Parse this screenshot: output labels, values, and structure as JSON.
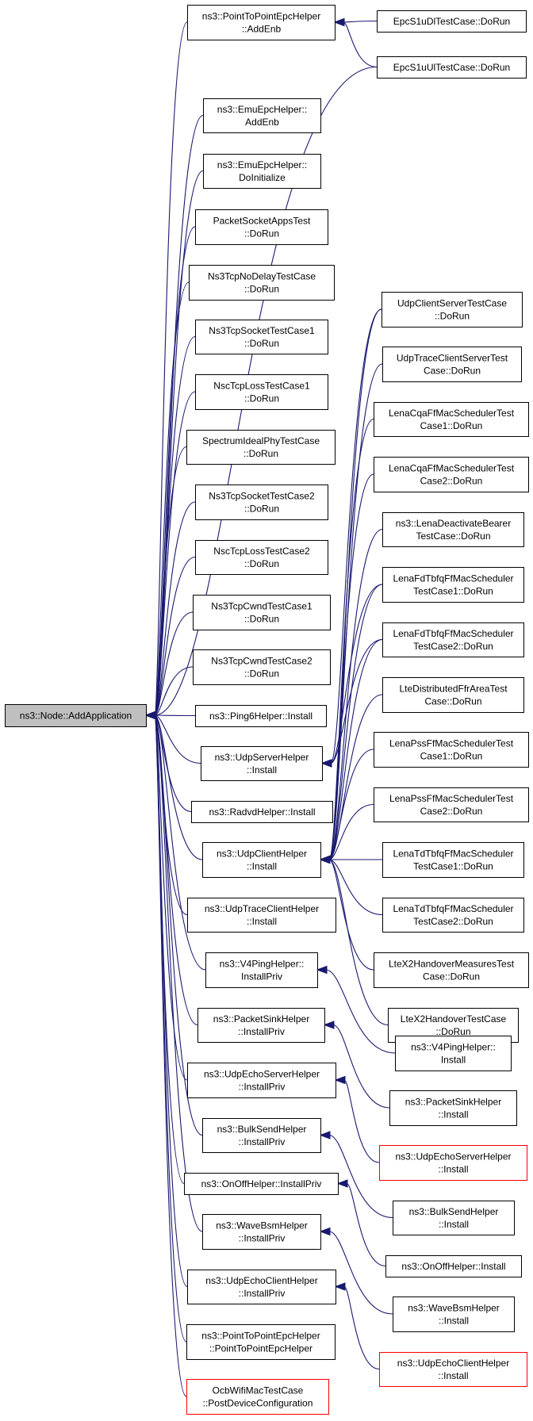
{
  "colors": {
    "edge": "#191970",
    "root_fill": "#bfbfbf",
    "box_stroke": "#000000",
    "red_stroke": "#ff0000"
  },
  "root": {
    "id": "root",
    "lines": [
      "ns3::Node::AddApplication"
    ]
  },
  "nodes": [
    {
      "id": "p2p_addenb",
      "lines": [
        "ns3::PointToPointEpcHelper",
        "::AddEnb"
      ]
    },
    {
      "id": "epcdl",
      "lines": [
        "EpcS1uDlTestCase::DoRun"
      ]
    },
    {
      "id": "epcul",
      "lines": [
        "EpcS1uUlTestCase::DoRun"
      ]
    },
    {
      "id": "emu_addenb",
      "lines": [
        "ns3::EmuEpcHelper::",
        "AddEnb"
      ]
    },
    {
      "id": "emu_doinit",
      "lines": [
        "ns3::EmuEpcHelper::",
        "DoInitialize"
      ]
    },
    {
      "id": "pktsock",
      "lines": [
        "PacketSocketAppsTest",
        "::DoRun"
      ]
    },
    {
      "id": "tcpnodelay",
      "lines": [
        "Ns3TcpNoDelayTestCase",
        "::DoRun"
      ]
    },
    {
      "id": "tcpsock1",
      "lines": [
        "Ns3TcpSocketTestCase1",
        "::DoRun"
      ]
    },
    {
      "id": "nscloss1",
      "lines": [
        "NscTcpLossTestCase1",
        "::DoRun"
      ]
    },
    {
      "id": "specideal",
      "lines": [
        "SpectrumIdealPhyTestCase",
        "::DoRun"
      ]
    },
    {
      "id": "tcpsock2",
      "lines": [
        "Ns3TcpSocketTestCase2",
        "::DoRun"
      ]
    },
    {
      "id": "nscloss2",
      "lines": [
        "NscTcpLossTestCase2",
        "::DoRun"
      ]
    },
    {
      "id": "cwnd1",
      "lines": [
        "Ns3TcpCwndTestCase1",
        "::DoRun"
      ]
    },
    {
      "id": "cwnd2",
      "lines": [
        "Ns3TcpCwndTestCase2",
        "::DoRun"
      ]
    },
    {
      "id": "ping6",
      "lines": [
        "ns3::Ping6Helper::Install"
      ]
    },
    {
      "id": "udpserver",
      "lines": [
        "ns3::UdpServerHelper",
        "::Install"
      ]
    },
    {
      "id": "radvd",
      "lines": [
        "ns3::RadvdHelper::Install"
      ]
    },
    {
      "id": "udpclient",
      "lines": [
        "ns3::UdpClientHelper",
        "::Install"
      ]
    },
    {
      "id": "udptrace",
      "lines": [
        "ns3::UdpTraceClientHelper",
        "::Install"
      ]
    },
    {
      "id": "v4ping_priv",
      "lines": [
        "ns3::V4PingHelper::",
        "InstallPriv"
      ]
    },
    {
      "id": "pktsink_priv",
      "lines": [
        "ns3::PacketSinkHelper",
        "::InstallPriv"
      ]
    },
    {
      "id": "echoserver_priv",
      "lines": [
        "ns3::UdpEchoServerHelper",
        "::InstallPriv"
      ]
    },
    {
      "id": "bulk_priv",
      "lines": [
        "ns3::BulkSendHelper",
        "::InstallPriv"
      ]
    },
    {
      "id": "onoff_priv",
      "lines": [
        "ns3::OnOffHelper::InstallPriv"
      ]
    },
    {
      "id": "wave_priv",
      "lines": [
        "ns3::WaveBsmHelper",
        "::InstallPriv"
      ]
    },
    {
      "id": "echoclient_priv",
      "lines": [
        "ns3::UdpEchoClientHelper",
        "::InstallPriv"
      ]
    },
    {
      "id": "p2p_ctor",
      "lines": [
        "ns3::PointToPointEpcHelper",
        "::PointToPointEpcHelper"
      ]
    },
    {
      "id": "ocb",
      "lines": [
        "OcbWifiMacTestCase",
        "::PostDeviceConfiguration"
      ],
      "red": true
    },
    {
      "id": "udpcs",
      "lines": [
        "UdpClientServerTestCase",
        "::DoRun"
      ]
    },
    {
      "id": "udptcs",
      "lines": [
        "UdpTraceClientServerTest",
        "Case::DoRun"
      ]
    },
    {
      "id": "cqa1",
      "lines": [
        "LenaCqaFfMacSchedulerTest",
        "Case1::DoRun"
      ]
    },
    {
      "id": "cqa2",
      "lines": [
        "LenaCqaFfMacSchedulerTest",
        "Case2::DoRun"
      ]
    },
    {
      "id": "deact",
      "lines": [
        "ns3::LenaDeactivateBearer",
        "TestCase::DoRun"
      ]
    },
    {
      "id": "fdtbfq1",
      "lines": [
        "LenaFdTbfqFfMacScheduler",
        "TestCase1::DoRun"
      ]
    },
    {
      "id": "fdtbfq2",
      "lines": [
        "LenaFdTbfqFfMacScheduler",
        "TestCase2::DoRun"
      ]
    },
    {
      "id": "ltedist",
      "lines": [
        "LteDistributedFfrAreaTest",
        "Case::DoRun"
      ]
    },
    {
      "id": "pss1",
      "lines": [
        "LenaPssFfMacSchedulerTest",
        "Case1::DoRun"
      ]
    },
    {
      "id": "pss2",
      "lines": [
        "LenaPssFfMacSchedulerTest",
        "Case2::DoRun"
      ]
    },
    {
      "id": "tdtbfq1",
      "lines": [
        "LenaTdTbfqFfMacScheduler",
        "TestCase1::DoRun"
      ]
    },
    {
      "id": "tdtbfq2",
      "lines": [
        "LenaTdTbfqFfMacScheduler",
        "TestCase2::DoRun"
      ]
    },
    {
      "id": "x2meas",
      "lines": [
        "LteX2HandoverMeasuresTest",
        "Case::DoRun"
      ]
    },
    {
      "id": "x2ho",
      "lines": [
        "LteX2HandoverTestCase",
        "::DoRun"
      ]
    },
    {
      "id": "v4ping_inst",
      "lines": [
        "ns3::V4PingHelper::",
        "Install"
      ]
    },
    {
      "id": "pktsink_inst",
      "lines": [
        "ns3::PacketSinkHelper",
        "::Install"
      ]
    },
    {
      "id": "echoserver_inst",
      "lines": [
        "ns3::UdpEchoServerHelper",
        "::Install"
      ],
      "red": true
    },
    {
      "id": "bulk_inst",
      "lines": [
        "ns3::BulkSendHelper",
        "::Install"
      ]
    },
    {
      "id": "onoff_inst",
      "lines": [
        "ns3::OnOffHelper::Install"
      ]
    },
    {
      "id": "wave_inst",
      "lines": [
        "ns3::WaveBsmHelper",
        "::Install"
      ]
    },
    {
      "id": "echoclient_inst",
      "lines": [
        "ns3::UdpEchoClientHelper",
        "::Install"
      ],
      "red": true
    }
  ],
  "edges": [
    {
      "from": "p2p_addenb",
      "to": "root"
    },
    {
      "from": "epcul",
      "to": "root"
    },
    {
      "from": "emu_addenb",
      "to": "root"
    },
    {
      "from": "emu_doinit",
      "to": "root"
    },
    {
      "from": "pktsock",
      "to": "root"
    },
    {
      "from": "tcpnodelay",
      "to": "root"
    },
    {
      "from": "tcpsock1",
      "to": "root"
    },
    {
      "from": "nscloss1",
      "to": "root"
    },
    {
      "from": "specideal",
      "to": "root"
    },
    {
      "from": "tcpsock2",
      "to": "root"
    },
    {
      "from": "nscloss2",
      "to": "root"
    },
    {
      "from": "cwnd1",
      "to": "root"
    },
    {
      "from": "cwnd2",
      "to": "root"
    },
    {
      "from": "ping6",
      "to": "root"
    },
    {
      "from": "udpserver",
      "to": "root"
    },
    {
      "from": "radvd",
      "to": "root"
    },
    {
      "from": "udpclient",
      "to": "root"
    },
    {
      "from": "udptrace",
      "to": "root"
    },
    {
      "from": "v4ping_priv",
      "to": "root"
    },
    {
      "from": "pktsink_priv",
      "to": "root"
    },
    {
      "from": "echoserver_priv",
      "to": "root"
    },
    {
      "from": "bulk_priv",
      "to": "root"
    },
    {
      "from": "onoff_priv",
      "to": "root"
    },
    {
      "from": "wave_priv",
      "to": "root"
    },
    {
      "from": "echoclient_priv",
      "to": "root"
    },
    {
      "from": "p2p_ctor",
      "to": "root"
    },
    {
      "from": "ocb",
      "to": "root"
    },
    {
      "from": "epcdl",
      "to": "p2p_addenb"
    },
    {
      "from": "epcul",
      "to": "p2p_addenb"
    },
    {
      "from": "udpcs",
      "to": "udpserver"
    },
    {
      "from": "udpcs",
      "to": "udpclient"
    },
    {
      "from": "udptcs",
      "to": "udpclient"
    },
    {
      "from": "cqa1",
      "to": "udpclient"
    },
    {
      "from": "cqa2",
      "to": "udpclient"
    },
    {
      "from": "deact",
      "to": "udpclient"
    },
    {
      "from": "fdtbfq1",
      "to": "udpserver"
    },
    {
      "from": "fdtbfq1",
      "to": "udpclient"
    },
    {
      "from": "fdtbfq2",
      "to": "udpserver"
    },
    {
      "from": "fdtbfq2",
      "to": "udpclient"
    },
    {
      "from": "ltedist",
      "to": "udpclient"
    },
    {
      "from": "pss1",
      "to": "udpclient"
    },
    {
      "from": "pss2",
      "to": "udpclient"
    },
    {
      "from": "tdtbfq1",
      "to": "udpclient"
    },
    {
      "from": "tdtbfq2",
      "to": "udpclient"
    },
    {
      "from": "x2meas",
      "to": "udpclient"
    },
    {
      "from": "x2ho",
      "to": "udpclient"
    },
    {
      "from": "v4ping_inst",
      "to": "v4ping_priv"
    },
    {
      "from": "pktsink_inst",
      "to": "pktsink_priv"
    },
    {
      "from": "echoserver_inst",
      "to": "echoserver_priv"
    },
    {
      "from": "bulk_inst",
      "to": "bulk_priv"
    },
    {
      "from": "onoff_inst",
      "to": "onoff_priv"
    },
    {
      "from": "wave_inst",
      "to": "wave_priv"
    },
    {
      "from": "echoclient_inst",
      "to": "echoclient_priv"
    }
  ]
}
